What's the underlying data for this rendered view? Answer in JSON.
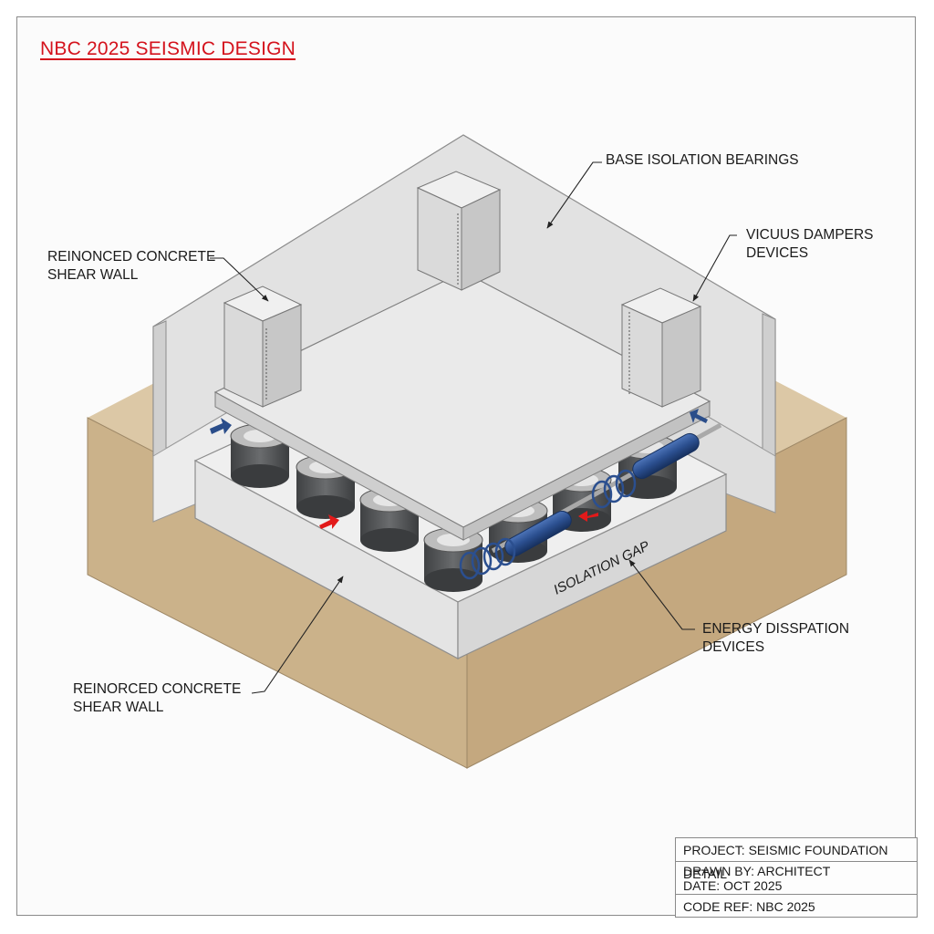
{
  "title": "NBC 2025 SEISMIC DESIGN",
  "labels": {
    "base_isolation": "BASE ISOLATION BEARINGS",
    "viscous_line1": "VICUUS DAMPERS",
    "viscous_line2": "DEVICES",
    "shear_top_line1": "REINONCED CONCRETE",
    "shear_top_line2": "SHEAR WALL",
    "shear_bottom_line1": "REINORCED CONCRETE",
    "shear_bottom_line2": "SHEAR WALL",
    "energy_line1": "ENERGY DISSPATION",
    "energy_line2": "DEVICES",
    "isolation_gap": "ISOLATION GAP"
  },
  "title_block": {
    "project": "PROJECT: SEISMIC FOUNDATION DETAIL",
    "drawn_by": "DRAWN BY: ARCHITECT",
    "date": "DATE: OCT 2025",
    "code_ref": "CODE REF: NBC 2025"
  },
  "colors": {
    "title_red": "#d4121c",
    "soil": "#d8c3a0",
    "concrete": "#e9e9e9",
    "bearing": "#5a5c5e",
    "damper_blue": "#2b4f8f",
    "arrow_red": "#e21a1a",
    "arrow_blue": "#2a4d8a"
  }
}
